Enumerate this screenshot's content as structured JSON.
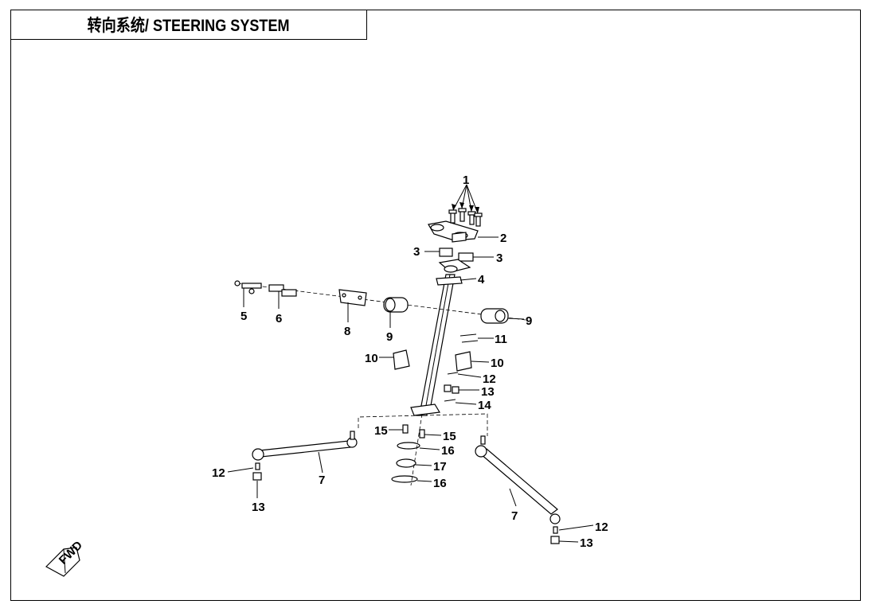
{
  "header": {
    "title": "转向系统/ STEERING SYSTEM"
  },
  "colors": {
    "ink": "#000000",
    "paper": "#ffffff"
  },
  "icons": {
    "direction": "fwd-arrow-icon"
  },
  "fwd_label": "FWD",
  "callouts": [
    {
      "id": "c1",
      "label": "1"
    },
    {
      "id": "c2",
      "label": "2"
    },
    {
      "id": "c3a",
      "label": "3"
    },
    {
      "id": "c3b",
      "label": "3"
    },
    {
      "id": "c4",
      "label": "4"
    },
    {
      "id": "c5",
      "label": "5"
    },
    {
      "id": "c6",
      "label": "6"
    },
    {
      "id": "c8",
      "label": "8"
    },
    {
      "id": "c9a",
      "label": "9"
    },
    {
      "id": "c9b",
      "label": "9"
    },
    {
      "id": "c10a",
      "label": "10"
    },
    {
      "id": "c10b",
      "label": "10"
    },
    {
      "id": "c11",
      "label": "11"
    },
    {
      "id": "c12a",
      "label": "12"
    },
    {
      "id": "c13a",
      "label": "13"
    },
    {
      "id": "c14",
      "label": "14"
    },
    {
      "id": "c15a",
      "label": "15"
    },
    {
      "id": "c15b",
      "label": "15"
    },
    {
      "id": "c16a",
      "label": "16"
    },
    {
      "id": "c16b",
      "label": "16"
    },
    {
      "id": "c17",
      "label": "17"
    },
    {
      "id": "c7a",
      "label": "7"
    },
    {
      "id": "c12b",
      "label": "12"
    },
    {
      "id": "c13b",
      "label": "13"
    },
    {
      "id": "c7b",
      "label": "7"
    },
    {
      "id": "c12c",
      "label": "12"
    },
    {
      "id": "c13c",
      "label": "13"
    }
  ]
}
